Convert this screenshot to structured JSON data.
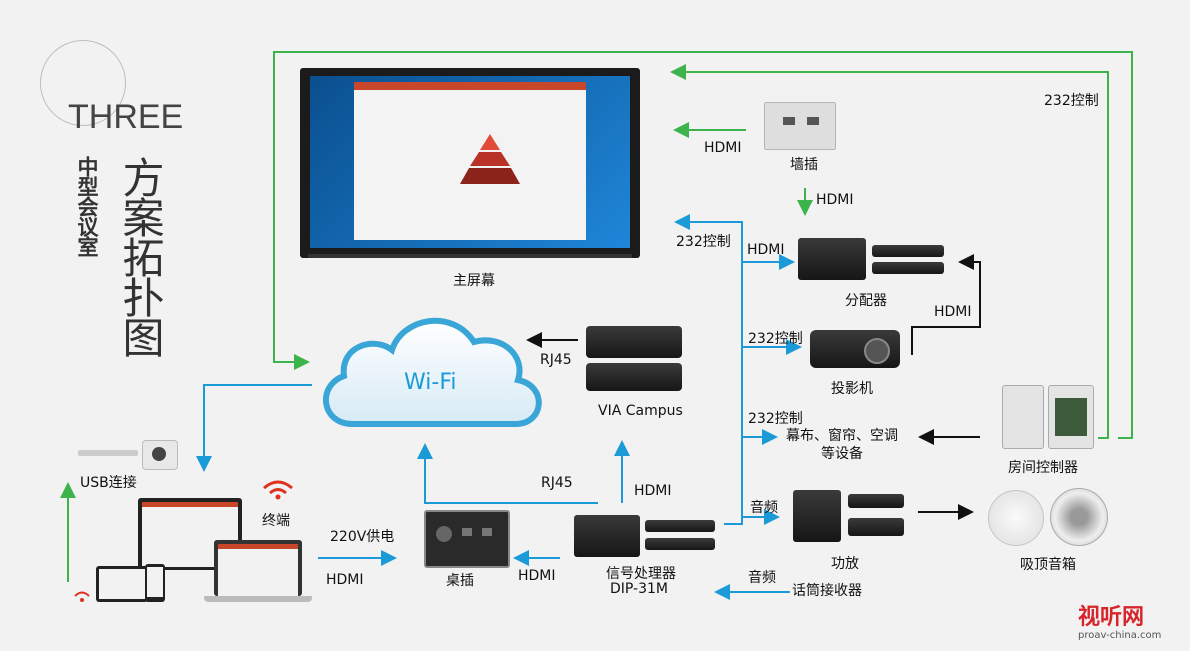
{
  "heading": {
    "en": "THREE",
    "subtitle": "中型会议室",
    "title": "方案拓扑图"
  },
  "devices": {
    "main_screen": "主屏幕",
    "wall_plate": "墙插",
    "distributor": "分配器",
    "projector": "投影机",
    "curtain": "幕布、窗帘、空调\n等设备",
    "room_controller": "房间控制器",
    "ceiling_speaker": "吸顶音箱",
    "amplifier": "功放",
    "mic_receiver": "话筒接收器",
    "processor_name": "信号处理器",
    "processor_model": "DIP-31M",
    "table_plug": "桌插",
    "terminal": "终端",
    "usb": "USB连接",
    "via": "VIA Campus",
    "wifi": "Wi-Fi"
  },
  "links": {
    "hdmi_wall": "HDMI",
    "hdmi_wall_down": "HDMI",
    "ctrl_232_screen": "232控制",
    "hdmi_dist": "HDMI",
    "hdmi_proj": "HDMI",
    "ctrl_232_proj": "232控制",
    "ctrl_232_curtain": "232控制",
    "ctrl_232_top": "232控制",
    "rj45_via": "RJ45",
    "rj45_proc": "RJ45",
    "hdmi_proc_up": "HDMI",
    "audio_amp": "音频",
    "audio_mic": "音频",
    "power": "220V供电",
    "hdmi_terminal": "HDMI",
    "hdmi_table": "HDMI"
  },
  "logo": {
    "text": "视听网",
    "url": "proav-china.com"
  },
  "colors": {
    "green": "#3cb44b",
    "blue": "#1a9ad6",
    "black": "#111111"
  }
}
